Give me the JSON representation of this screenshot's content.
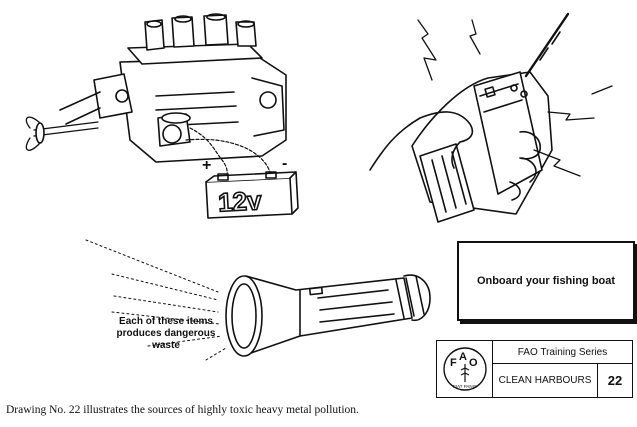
{
  "battery": {
    "voltage_text": "12v",
    "plus_sign": "+",
    "minus_sign": "-"
  },
  "label_box": {
    "text": "Onboard your fishing boat"
  },
  "note": {
    "text": "Each of these items produces dangerous waste"
  },
  "title_block": {
    "series": "FAO Training Series",
    "name": "CLEAN HARBOURS",
    "number": "22",
    "logo_letters": [
      "F",
      "A",
      "O"
    ],
    "logo_motto": "FIAT PANIS"
  },
  "caption": {
    "text": "Drawing No. 22 illustrates the sources of highly toxic heavy metal pollution."
  }
}
